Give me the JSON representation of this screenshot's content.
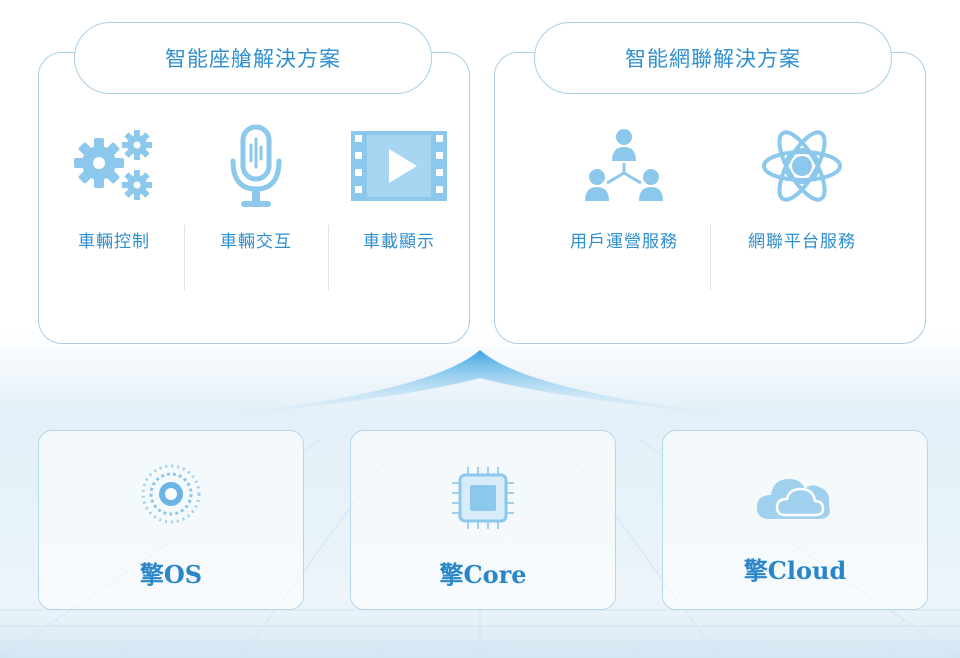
{
  "solutions": [
    {
      "title": "智能座艙解決方案",
      "items": [
        {
          "label": "車輛控制",
          "icon": "gears-icon"
        },
        {
          "label": "車輛交互",
          "icon": "microphone-icon"
        },
        {
          "label": "車載顯示",
          "icon": "video-play-icon"
        }
      ]
    },
    {
      "title": "智能網聯解決方案",
      "items": [
        {
          "label": "用戶運營服務",
          "icon": "user-network-icon"
        },
        {
          "label": "網聯平台服務",
          "icon": "atom-icon"
        }
      ]
    }
  ],
  "platforms": [
    {
      "name": "擎OS",
      "icon": "os-sun-icon"
    },
    {
      "name": "擎Core",
      "icon": "chip-icon"
    },
    {
      "name": "擎Cloud",
      "icon": "cloud-icon"
    }
  ],
  "colors": {
    "accent": "#2f8fd0",
    "icon": "#8cc8ec",
    "border": "#a9cfe6"
  }
}
